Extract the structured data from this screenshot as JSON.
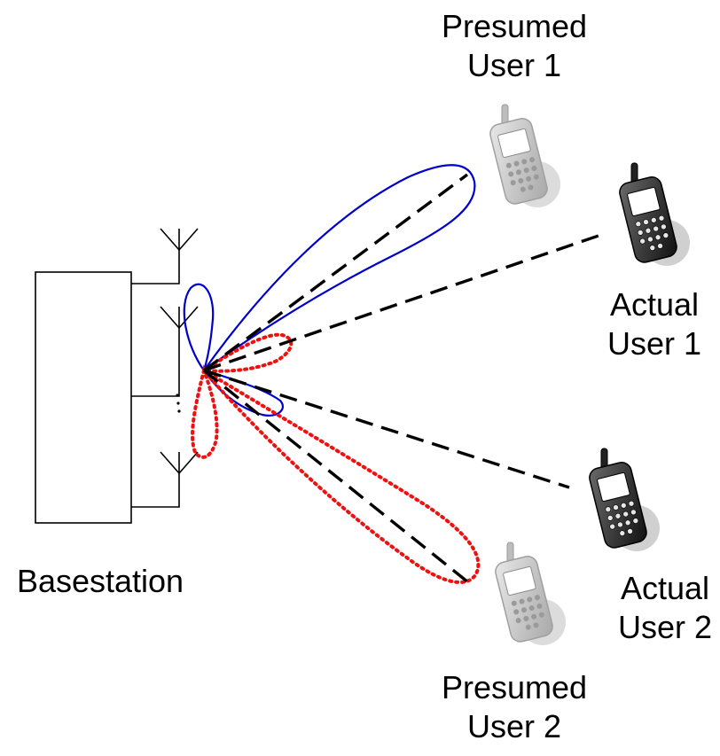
{
  "labels": {
    "basestation": "Basestation",
    "presumed_user_1": [
      "Presumed",
      "User 1"
    ],
    "actual_user_1": [
      "Actual",
      "User 1"
    ],
    "actual_user_2": [
      "Actual",
      "User 2"
    ],
    "presumed_user_2": [
      "Presumed",
      "User 2"
    ]
  },
  "colors": {
    "beam_user_1": "#0000cc",
    "beam_user_2": "#ee1111",
    "direction_lines": "#000000",
    "presumed_phone": "#c8c8c8",
    "actual_phone": "#202020"
  },
  "icons": {
    "presumed_phone": "mobile-phone-icon",
    "actual_phone": "mobile-phone-icon",
    "antenna": "antenna-icon"
  }
}
